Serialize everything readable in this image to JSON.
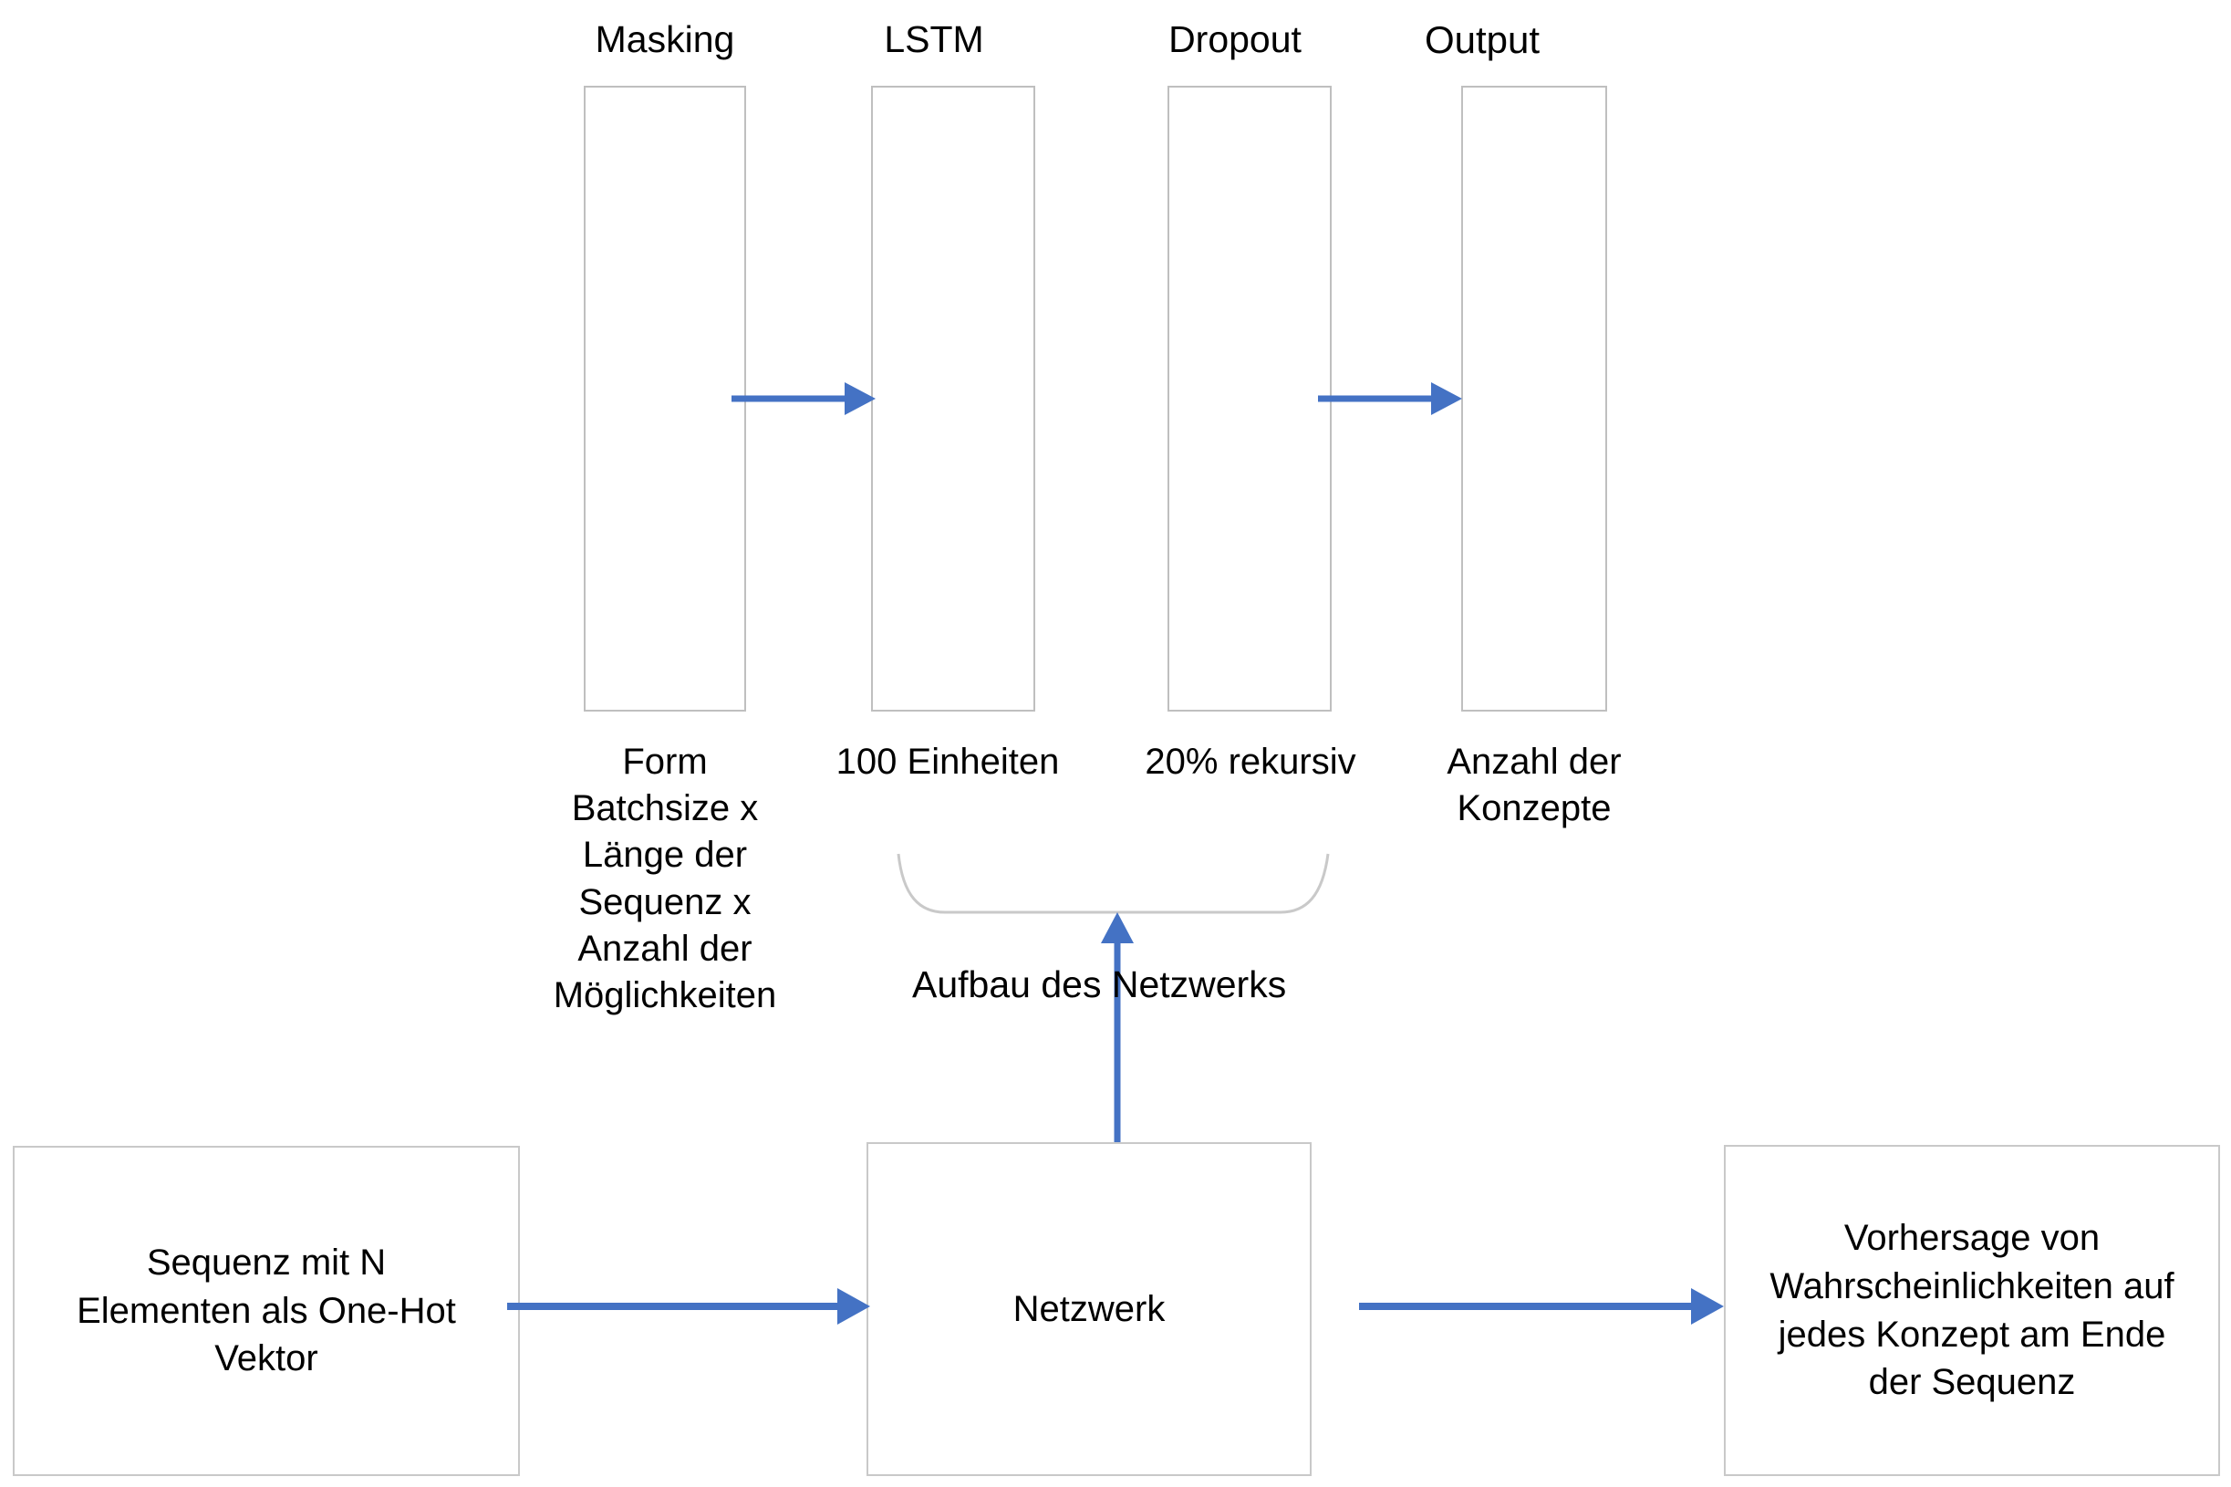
{
  "diagram": {
    "title_implied": "Aufbau des Netzwerks",
    "accent_color": "#4472C4",
    "box_border_color": "#BFBFBF",
    "background": "#FFFFFF"
  },
  "network_layers": [
    {
      "id": "masking",
      "title": "Masking",
      "caption": "Form\nBatchsize x\nLänge der\nSequenz x\nAnzahl der\nMöglichkeiten"
    },
    {
      "id": "lstm",
      "title": "LSTM",
      "caption": "100 Einheiten"
    },
    {
      "id": "dropout",
      "title": "Dropout",
      "caption": "20% rekursiv"
    },
    {
      "id": "output",
      "title": "Output",
      "caption": "Anzahl der\nKonzepte"
    }
  ],
  "brace_label": "Aufbau des Netzwerks",
  "flow": {
    "input_box": "Sequenz mit N Elementen als One-Hot Vektor",
    "process_box": "Netzwerk",
    "output_box": "Vorhersage von Wahrscheinlichkeiten auf jedes Konzept am Ende der Sequenz"
  },
  "arrows": [
    {
      "id": "masking-to-lstm",
      "direction": "right"
    },
    {
      "id": "dropout-to-output",
      "direction": "right"
    },
    {
      "id": "brace-to-netzwerk",
      "direction": "up"
    },
    {
      "id": "input-to-netzwerk",
      "direction": "right"
    },
    {
      "id": "netzwerk-to-output",
      "direction": "right"
    }
  ]
}
